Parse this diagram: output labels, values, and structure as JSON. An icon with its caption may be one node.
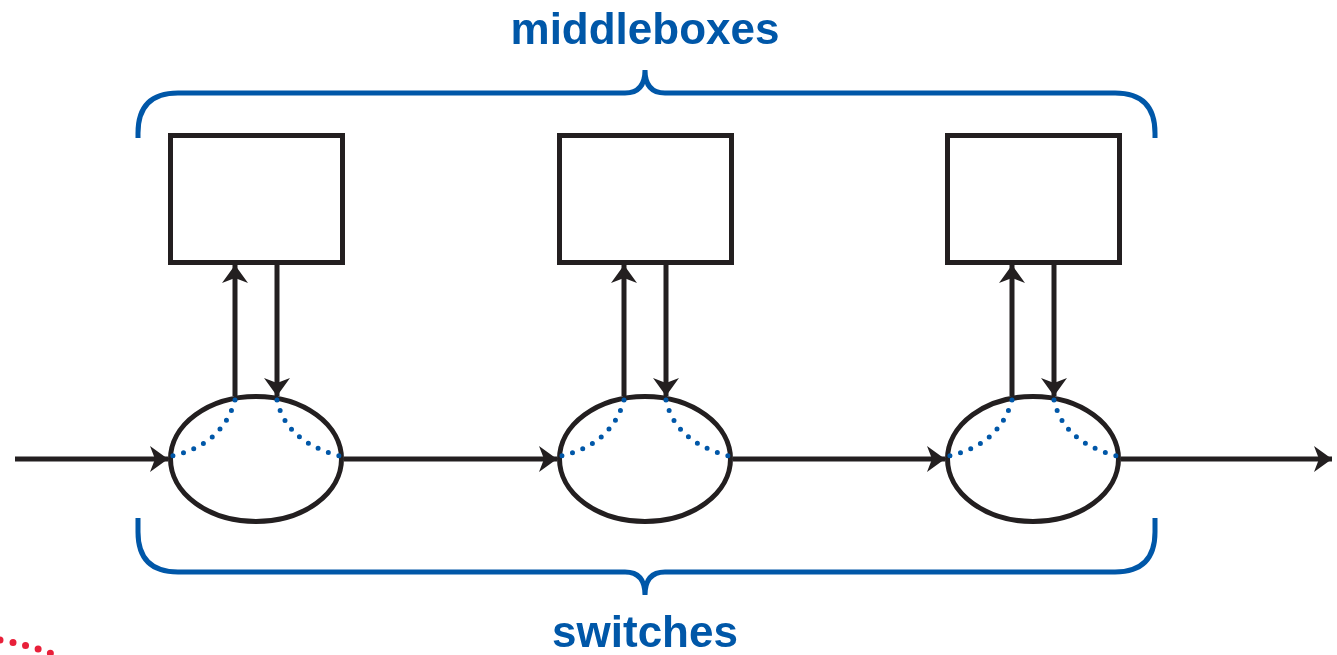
{
  "diagram": {
    "nodes": [
      {
        "text": [],
        "shape": "box"
      },
      {
        "text": [],
        "shape": "box"
      },
      {
        "text": [],
        "shape": "box"
      },
      {
        "text": [],
        "shape": "ellipse"
      },
      {
        "text": [],
        "shape": "ellipse"
      },
      {
        "text": [],
        "shape": "ellipse"
      }
    ],
    "edges": [
      {
        "from": null,
        "to": 3,
        "arrow": "to"
      },
      {
        "from": 3,
        "to": 0,
        "arrow": "to"
      },
      {
        "from": 0,
        "to": 3,
        "arrow": "to"
      },
      {
        "from": 3,
        "to": 4,
        "arrow": "to"
      },
      {
        "from": 4,
        "to": 1,
        "arrow": "to"
      },
      {
        "from": 1,
        "to": 4,
        "arrow": "to"
      },
      {
        "from": 4,
        "to": 5,
        "arrow": "to"
      },
      {
        "from": 5,
        "to": 2,
        "arrow": "to"
      },
      {
        "from": 2,
        "to": 5,
        "arrow": "to"
      },
      {
        "from": 5,
        "to": null,
        "arrow": "to"
      }
    ],
    "labels": [
      "middleboxes",
      "switches"
    ]
  }
}
